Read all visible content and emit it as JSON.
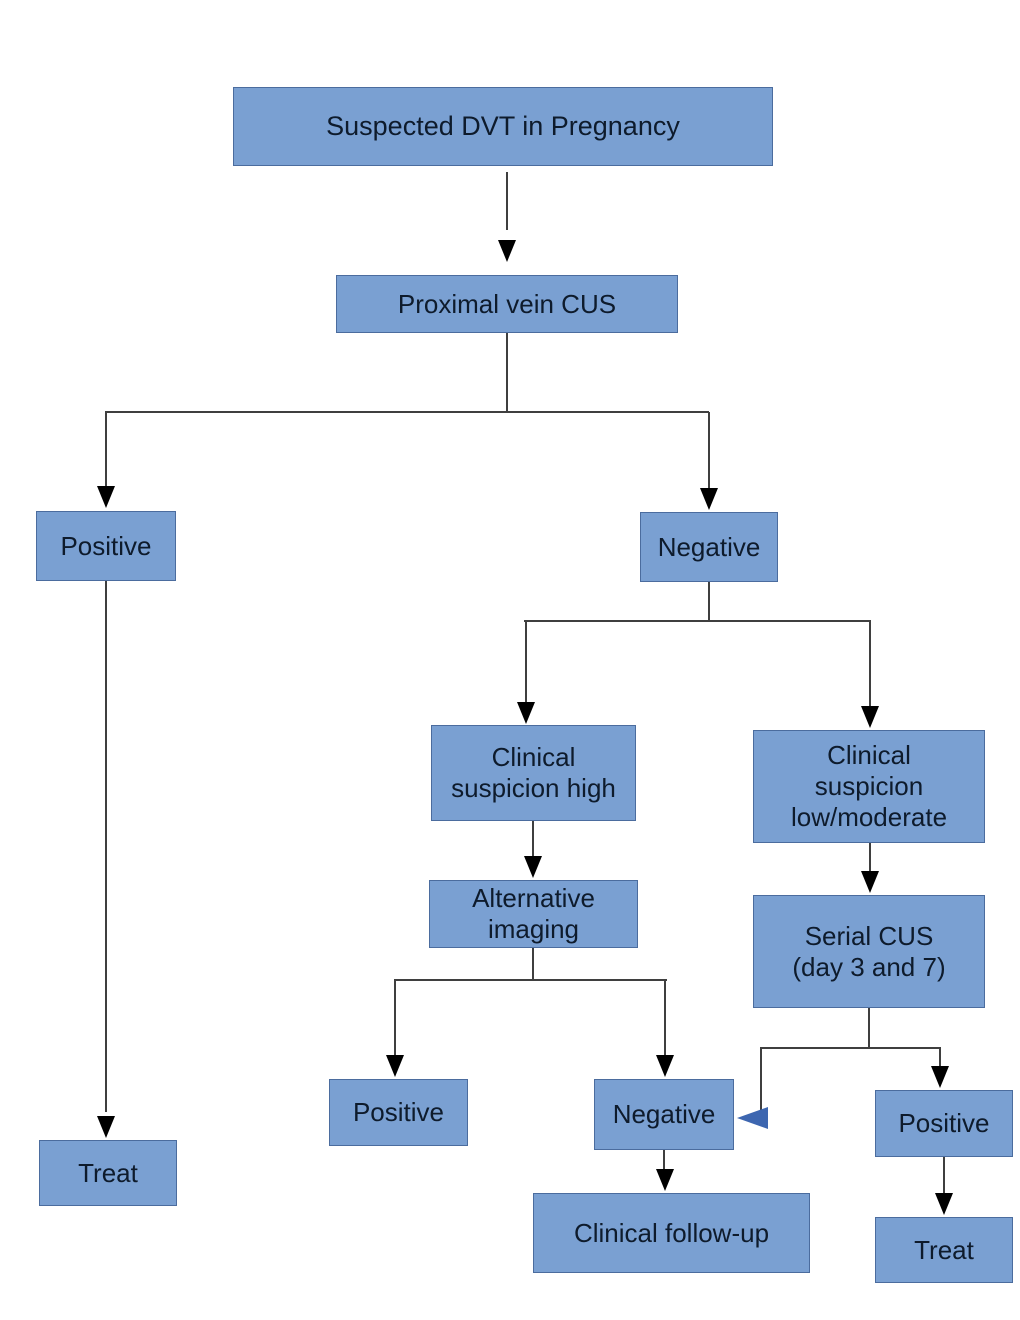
{
  "diagram": {
    "type": "flowchart",
    "nodes": {
      "suspected": {
        "label": "Suspected DVT in Pregnancy"
      },
      "proximal": {
        "label": "Proximal vein CUS"
      },
      "positive_proximal": {
        "label": "Positive"
      },
      "negative_proximal": {
        "label": "Negative"
      },
      "clinical_suspicion_high": {
        "label": "Clinical\nsuspicion high"
      },
      "clinical_suspicion_low_moderate": {
        "label": "Clinical\nsuspicion\nlow/moderate"
      },
      "alternative_imaging": {
        "label": "Alternative\nimaging"
      },
      "serial_cus": {
        "label": "Serial CUS\n(day 3 and 7)"
      },
      "positive_alt": {
        "label": "Positive"
      },
      "negative_alt": {
        "label": "Negative"
      },
      "positive_serial": {
        "label": "Positive"
      },
      "clinical_follow_up": {
        "label": "Clinical follow-up"
      },
      "treat_left": {
        "label": "Treat"
      },
      "treat_right": {
        "label": "Treat"
      }
    },
    "edges": [
      {
        "from": "suspected",
        "to": "proximal"
      },
      {
        "from": "proximal",
        "to": "positive_proximal"
      },
      {
        "from": "proximal",
        "to": "negative_proximal"
      },
      {
        "from": "positive_proximal",
        "to": "treat_left"
      },
      {
        "from": "negative_proximal",
        "to": "clinical_suspicion_high"
      },
      {
        "from": "negative_proximal",
        "to": "clinical_suspicion_low_moderate"
      },
      {
        "from": "clinical_suspicion_high",
        "to": "alternative_imaging"
      },
      {
        "from": "alternative_imaging",
        "to": "positive_alt"
      },
      {
        "from": "alternative_imaging",
        "to": "negative_alt"
      },
      {
        "from": "clinical_suspicion_low_moderate",
        "to": "serial_cus"
      },
      {
        "from": "serial_cus",
        "to": "negative_alt",
        "style": "accent-left-arrow"
      },
      {
        "from": "serial_cus",
        "to": "positive_serial"
      },
      {
        "from": "negative_alt",
        "to": "clinical_follow_up"
      },
      {
        "from": "positive_serial",
        "to": "treat_right"
      }
    ],
    "colors": {
      "node_fill": "#7AA0D2",
      "node_border": "#4B6C9E",
      "node_text": "#0E1B2C",
      "connector": "#3F3F3F",
      "arrowhead": "#000000",
      "accent_arrow": "#3D66B0",
      "background": "#FFFFFF"
    }
  }
}
